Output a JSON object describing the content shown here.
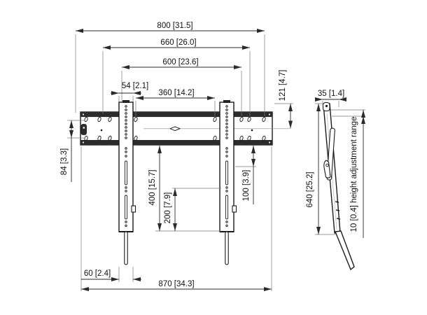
{
  "drawing": {
    "type": "technical-dimension-drawing",
    "subject": "flat wall mount bracket, front view and side view",
    "units": "mm [inches]",
    "colors": {
      "line": "#1a1a1a",
      "dim_line": "#2a2a2a",
      "ext_line": "#7a7a7a",
      "band": "#2b2b2b",
      "background": "#ffffff"
    }
  },
  "dims": {
    "w800": "800 [31.5]",
    "w660": "660 [26.0]",
    "w600": "600 [23.6]",
    "w54": "54 [2.1]",
    "w360": "360 [14.2]",
    "h121": "121 [4.7]",
    "h84": "84 [3.3]",
    "h400": "400 [15.7]",
    "h200": "200 [7.9]",
    "h100": "100 [3.9]",
    "w60": "60 [2.4]",
    "w870": "870 [34.3]",
    "d35": "35 [1.4]",
    "h640": "640 [25.2]",
    "adj": "10 [0.4] height adjustment range"
  }
}
